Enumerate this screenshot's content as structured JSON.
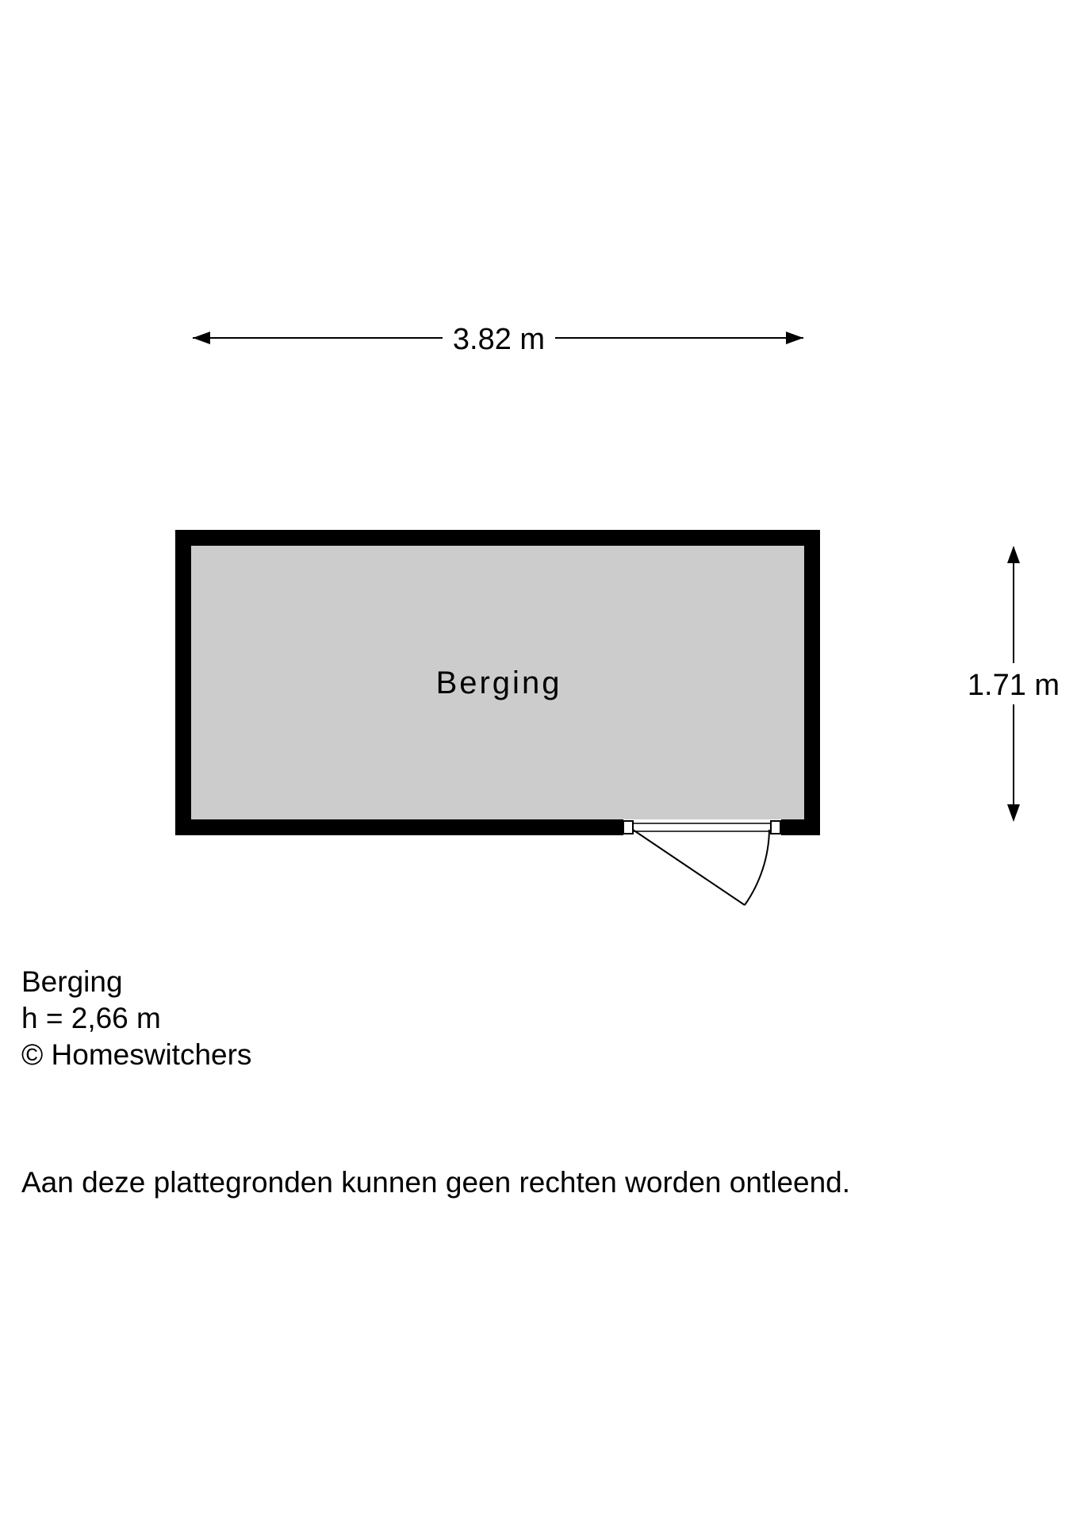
{
  "dimensions": {
    "width_label": "3.82 m",
    "depth_label": "1.71 m"
  },
  "room": {
    "name": "Berging"
  },
  "info": {
    "room_name": "Berging",
    "height": "h = 2,66 m",
    "copyright": "© Homeswitchers"
  },
  "disclaimer": "Aan deze plattegronden kunnen geen rechten worden ontleend.",
  "colors": {
    "wall": "#000000",
    "floor": "#cccccc",
    "background": "#ffffff"
  }
}
